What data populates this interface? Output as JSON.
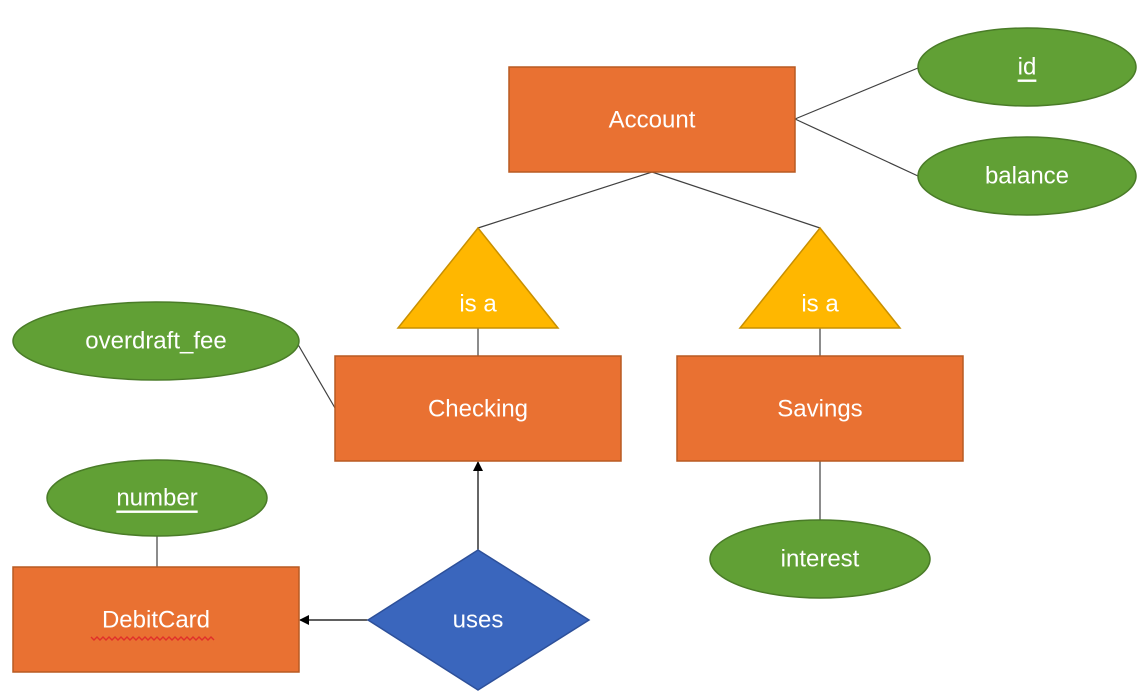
{
  "diagram": {
    "entities": {
      "account": "Account",
      "checking": "Checking",
      "savings": "Savings",
      "debitcard": "DebitCard"
    },
    "attributes": {
      "id": "id",
      "balance": "balance",
      "overdraft_fee": "overdraft_fee",
      "interest": "interest",
      "number": "number"
    },
    "isa": {
      "checking": "is a",
      "savings": "is a"
    },
    "relationships": {
      "uses": "uses"
    },
    "colors": {
      "entity": "#E97132",
      "attribute": "#61A035",
      "isa": "#FFB700",
      "relationship": "#3A66BD",
      "text": "#FFFFFF"
    }
  }
}
